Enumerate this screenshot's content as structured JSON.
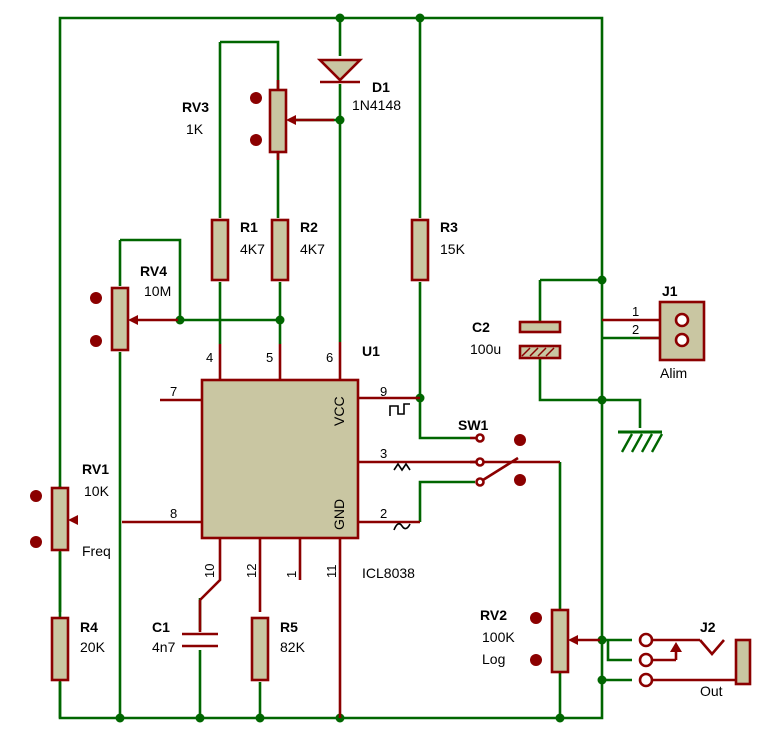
{
  "components": {
    "d1": {
      "ref": "D1",
      "value": "1N4148"
    },
    "rv3": {
      "ref": "RV3",
      "value": "1K"
    },
    "r1": {
      "ref": "R1",
      "value": "4K7"
    },
    "r2": {
      "ref": "R2",
      "value": "4K7"
    },
    "r3": {
      "ref": "R3",
      "value": "15K"
    },
    "rv4": {
      "ref": "RV4",
      "value": "10M"
    },
    "j1": {
      "ref": "J1",
      "label": "Alim",
      "pin1": "1",
      "pin2": "2"
    },
    "c2": {
      "ref": "C2",
      "value": "100u"
    },
    "u1": {
      "ref": "U1",
      "part": "ICL8038",
      "vcc": "VCC",
      "gnd": "GND"
    },
    "sw1": {
      "ref": "SW1"
    },
    "rv1": {
      "ref": "RV1",
      "value": "10K",
      "label": "Freq"
    },
    "r4": {
      "ref": "R4",
      "value": "20K"
    },
    "c1": {
      "ref": "C1",
      "value": "4n7"
    },
    "r5": {
      "ref": "R5",
      "value": "82K"
    },
    "rv2": {
      "ref": "RV2",
      "value": "100K",
      "label": "Log"
    },
    "j2": {
      "ref": "J2",
      "label": "Out"
    }
  },
  "pins": {
    "p4": "4",
    "p5": "5",
    "p6": "6",
    "p7": "7",
    "p9": "9",
    "p3": "3",
    "p2": "2",
    "p8": "8",
    "p10": "10",
    "p12": "12",
    "p1": "1",
    "p11": "11"
  },
  "colors": {
    "wire": "#006600",
    "component": "#8b0000",
    "ic_fill": "#c9c6a2",
    "text": "#000000"
  }
}
